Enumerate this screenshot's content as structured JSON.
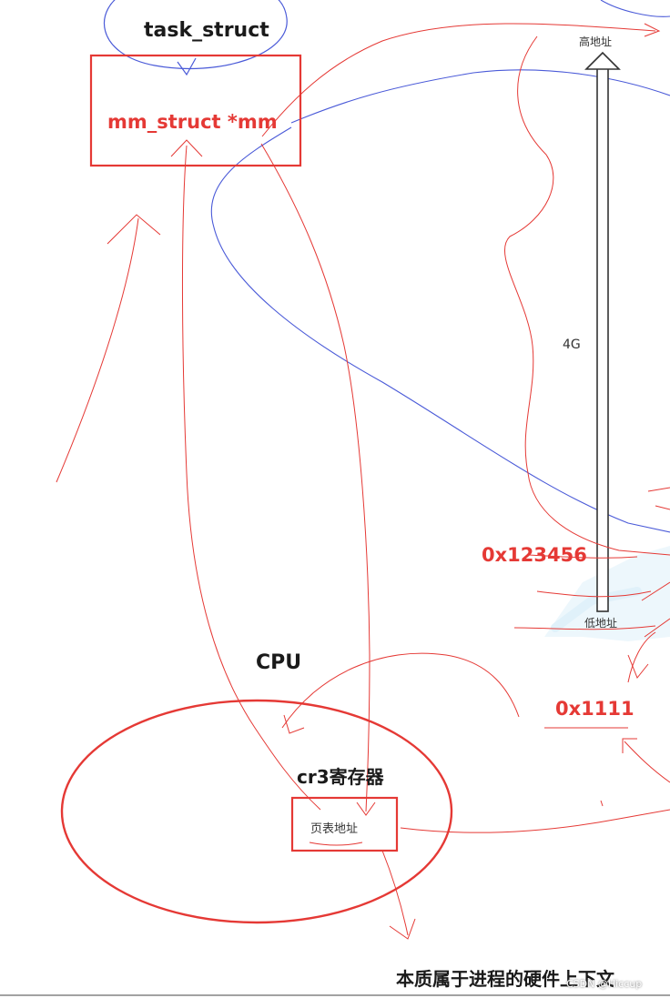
{
  "colors": {
    "red": "#e53935",
    "blue": "#4a5ad8",
    "dark": "#1a1a1a",
    "watermark": "#cfeaf8"
  },
  "labels": {
    "task_struct": "task_struct",
    "mm_struct": "mm_struct *mm",
    "high_address": "高地址",
    "size_4g": "4G",
    "addr_123456": "0x123456",
    "low_address": "低地址",
    "cpu": "CPU",
    "addr_1111": "0x1111",
    "cr3_register": "cr3寄存器",
    "page_table_address": "页表地址",
    "conclusion": "本质属于进程的硬件上下文",
    "watermark_text": "CSDN @Hiccup"
  },
  "icons": {
    "up_arrow": "up-arrow-icon"
  }
}
